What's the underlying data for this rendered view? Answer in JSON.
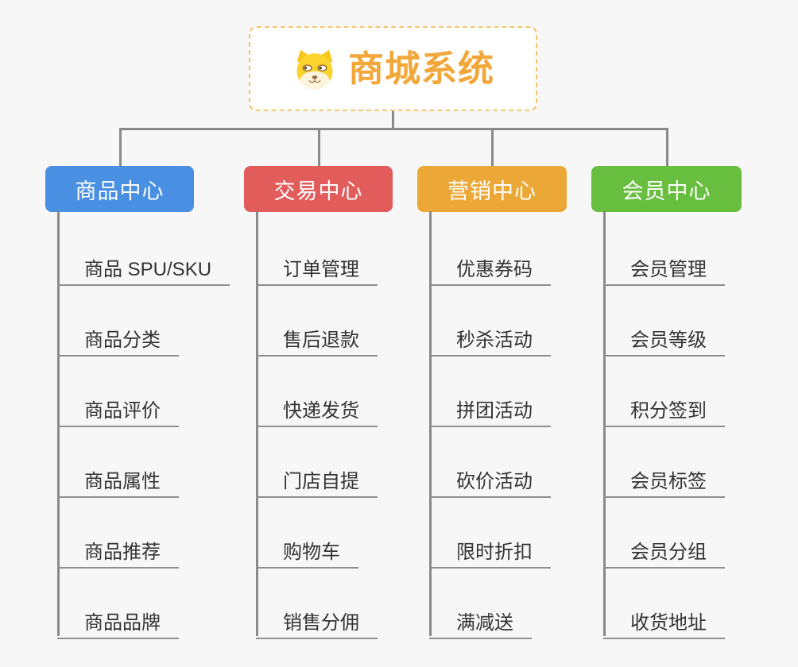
{
  "root": {
    "title": "商城系统",
    "icon": "dog-face-icon"
  },
  "branches": [
    {
      "label": "商品中心",
      "color": "#4a90e2",
      "children": [
        "商品 SPU/SKU",
        "商品分类",
        "商品评价",
        "商品属性",
        "商品推荐",
        "商品品牌"
      ]
    },
    {
      "label": "交易中心",
      "color": "#e35c5c",
      "children": [
        "订单管理",
        "售后退款",
        "快递发货",
        "门店自提",
        "购物车",
        "销售分佣"
      ]
    },
    {
      "label": "营销中心",
      "color": "#eca836",
      "children": [
        "优惠券码",
        "秒杀活动",
        "拼团活动",
        "砍价活动",
        "限时折扣",
        "满减送"
      ]
    },
    {
      "label": "会员中心",
      "color": "#68bf3f",
      "children": [
        "会员管理",
        "会员等级",
        "积分签到",
        "会员标签",
        "会员分组",
        "收货地址"
      ]
    }
  ],
  "colors": {
    "background": "#f7f7f7",
    "connector_line": "#8a8a8a",
    "leaf_underline": "#8f8f8f",
    "leaf_text": "#333333",
    "root_text": "#f2a73b",
    "root_border": "#f3c36a"
  }
}
